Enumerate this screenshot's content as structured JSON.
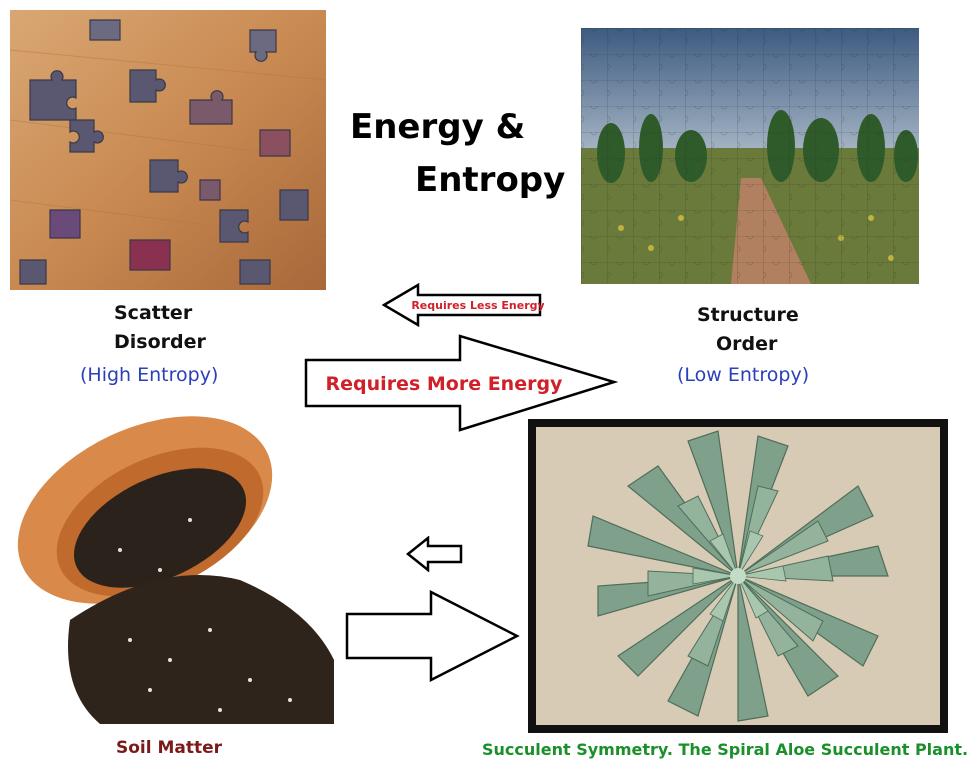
{
  "title": {
    "line1": "Energy &",
    "line2": "Entropy"
  },
  "left_state": {
    "line1": "Scatter",
    "line2": "Disorder",
    "entropy": "(High Entropy)"
  },
  "right_state": {
    "line1": "Structure",
    "line2": "Order",
    "entropy": "(Low Entropy)"
  },
  "arrows": {
    "less_energy_label": "Requires Less Energy",
    "more_energy_label": "Requires More Energy"
  },
  "captions": {
    "soil": "Soil Matter",
    "succulent": "Succulent Symmetry. The Spiral Aloe Succulent Plant."
  },
  "photos": {
    "puzzle_scattered": "scattered-puzzle-pieces-photo",
    "puzzle_assembled": "assembled-puzzle-landscape-photo",
    "soil_pot": "spilled-soil-pot-photo",
    "spiral_aloe": "spiral-aloe-photo"
  },
  "colors": {
    "label_red": "#d0202a",
    "entropy_blue": "#2a3fb8",
    "soil_caption": "#7a1a1a",
    "succulent_caption": "#1a8f2a"
  }
}
